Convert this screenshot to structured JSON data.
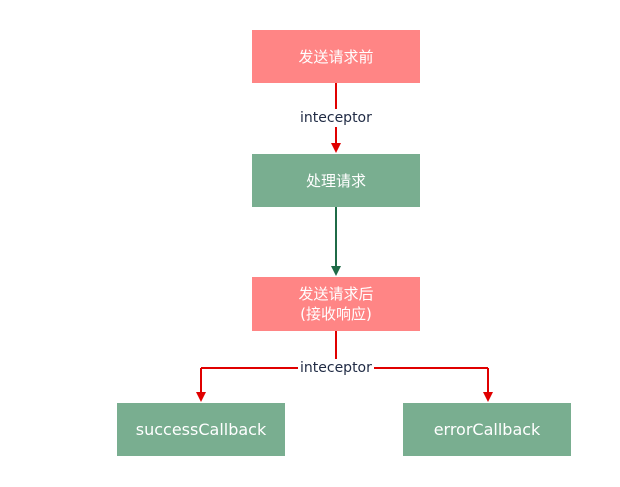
{
  "nodes": {
    "before_send": "发送请求前",
    "process": "处理请求",
    "after_send_line1": "发送请求后",
    "after_send_line2": "(接收响应)",
    "success": "successCallback",
    "error": "errorCallback"
  },
  "edges": {
    "label_top": "inteceptor",
    "label_bottom": "inteceptor"
  },
  "colors": {
    "pink_node": "#ff8585",
    "green_node": "#79ae90",
    "red_arrow": "#e00000",
    "green_arrow": "#1f6b47"
  }
}
